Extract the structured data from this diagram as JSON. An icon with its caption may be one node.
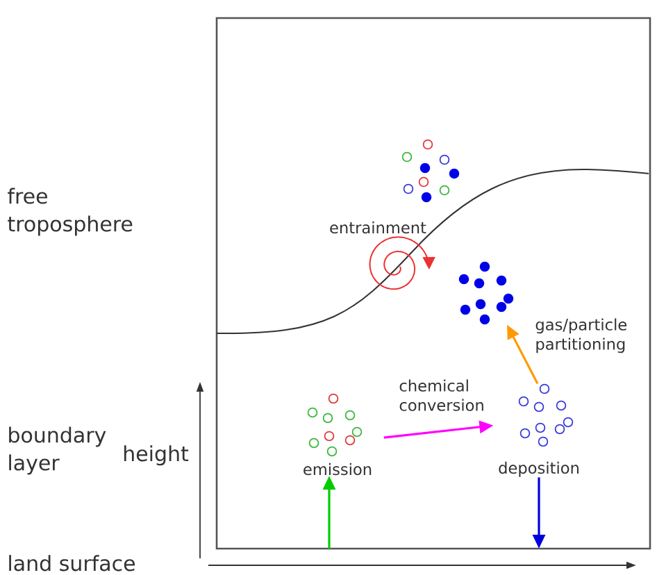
{
  "diagram": {
    "nodes": [
      {
        "text": [],
        "shape": "picture"
      },
      {
        "text": [],
        "shape": "picture"
      },
      {
        "text": [],
        "shape": "picture",
        "beside": [
          "emission"
        ]
      },
      {
        "text": [],
        "shape": "picture",
        "beside": [
          "deposition"
        ]
      }
    ],
    "edges": [
      {
        "from": null,
        "to": 2,
        "arrow": "to",
        "color": "#00cc00"
      },
      {
        "from": 2,
        "to": 3,
        "arrow": "to",
        "label": "chemical conversion",
        "color": "#ff00ff"
      },
      {
        "from": 3,
        "to": 1,
        "arrow": "to",
        "label": "gas/particle partitioning",
        "color": "#ff9900"
      },
      {
        "from": 3,
        "to": null,
        "arrow": "to",
        "color": "#0000dd"
      }
    ],
    "labels": [
      "free troposphere",
      "entrainment",
      "boundary layer",
      "height",
      "land surface"
    ]
  }
}
